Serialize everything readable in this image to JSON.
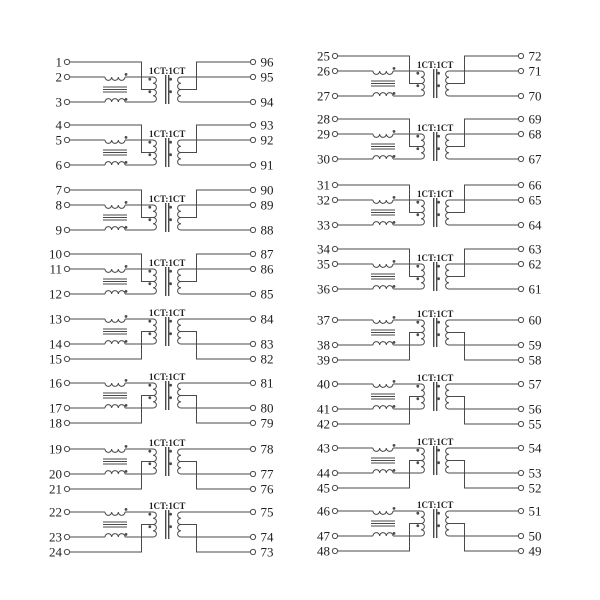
{
  "diagram": {
    "type": "isolation-transformer-array-schematic",
    "transformer_ratio_label": "1CT:1CT",
    "colors": {
      "background": "#ffffff",
      "line": "#4a4a4a",
      "text": "#1f1f1f"
    },
    "columns": [
      {
        "blocks": [
          {
            "left_pins": [
              "1",
              "2",
              "3"
            ],
            "right_pins": [
              "96",
              "95",
              "94"
            ],
            "center_tap_position": "top"
          },
          {
            "left_pins": [
              "4",
              "5",
              "6"
            ],
            "right_pins": [
              "93",
              "92",
              "91"
            ],
            "center_tap_position": "top"
          },
          {
            "left_pins": [
              "7",
              "8",
              "9"
            ],
            "right_pins": [
              "90",
              "89",
              "88"
            ],
            "center_tap_position": "top"
          },
          {
            "left_pins": [
              "10",
              "11",
              "12"
            ],
            "right_pins": [
              "87",
              "86",
              "85"
            ],
            "center_tap_position": "top"
          },
          {
            "left_pins": [
              "13",
              "14",
              "15"
            ],
            "right_pins": [
              "84",
              "83",
              "82"
            ],
            "center_tap_position": "bottom"
          },
          {
            "left_pins": [
              "16",
              "17",
              "18"
            ],
            "right_pins": [
              "81",
              "80",
              "79"
            ],
            "center_tap_position": "bottom"
          },
          {
            "left_pins": [
              "19",
              "20",
              "21"
            ],
            "right_pins": [
              "78",
              "77",
              "76"
            ],
            "center_tap_position": "bottom"
          },
          {
            "left_pins": [
              "22",
              "23",
              "24"
            ],
            "right_pins": [
              "75",
              "74",
              "73"
            ],
            "center_tap_position": "bottom"
          }
        ]
      },
      {
        "blocks": [
          {
            "left_pins": [
              "25",
              "26",
              "27"
            ],
            "right_pins": [
              "72",
              "71",
              "70"
            ],
            "center_tap_position": "top"
          },
          {
            "left_pins": [
              "28",
              "29",
              "30"
            ],
            "right_pins": [
              "69",
              "68",
              "67"
            ],
            "center_tap_position": "top"
          },
          {
            "left_pins": [
              "31",
              "32",
              "33"
            ],
            "right_pins": [
              "66",
              "65",
              "64"
            ],
            "center_tap_position": "top"
          },
          {
            "left_pins": [
              "34",
              "35",
              "36"
            ],
            "right_pins": [
              "63",
              "62",
              "61"
            ],
            "center_tap_position": "top"
          },
          {
            "left_pins": [
              "37",
              "38",
              "39"
            ],
            "right_pins": [
              "60",
              "59",
              "58"
            ],
            "center_tap_position": "bottom"
          },
          {
            "left_pins": [
              "40",
              "41",
              "42"
            ],
            "right_pins": [
              "57",
              "56",
              "55"
            ],
            "center_tap_position": "bottom"
          },
          {
            "left_pins": [
              "43",
              "44",
              "45"
            ],
            "right_pins": [
              "54",
              "53",
              "52"
            ],
            "center_tap_position": "bottom"
          },
          {
            "left_pins": [
              "46",
              "47",
              "48"
            ],
            "right_pins": [
              "51",
              "50",
              "49"
            ],
            "center_tap_position": "bottom"
          }
        ]
      }
    ]
  }
}
